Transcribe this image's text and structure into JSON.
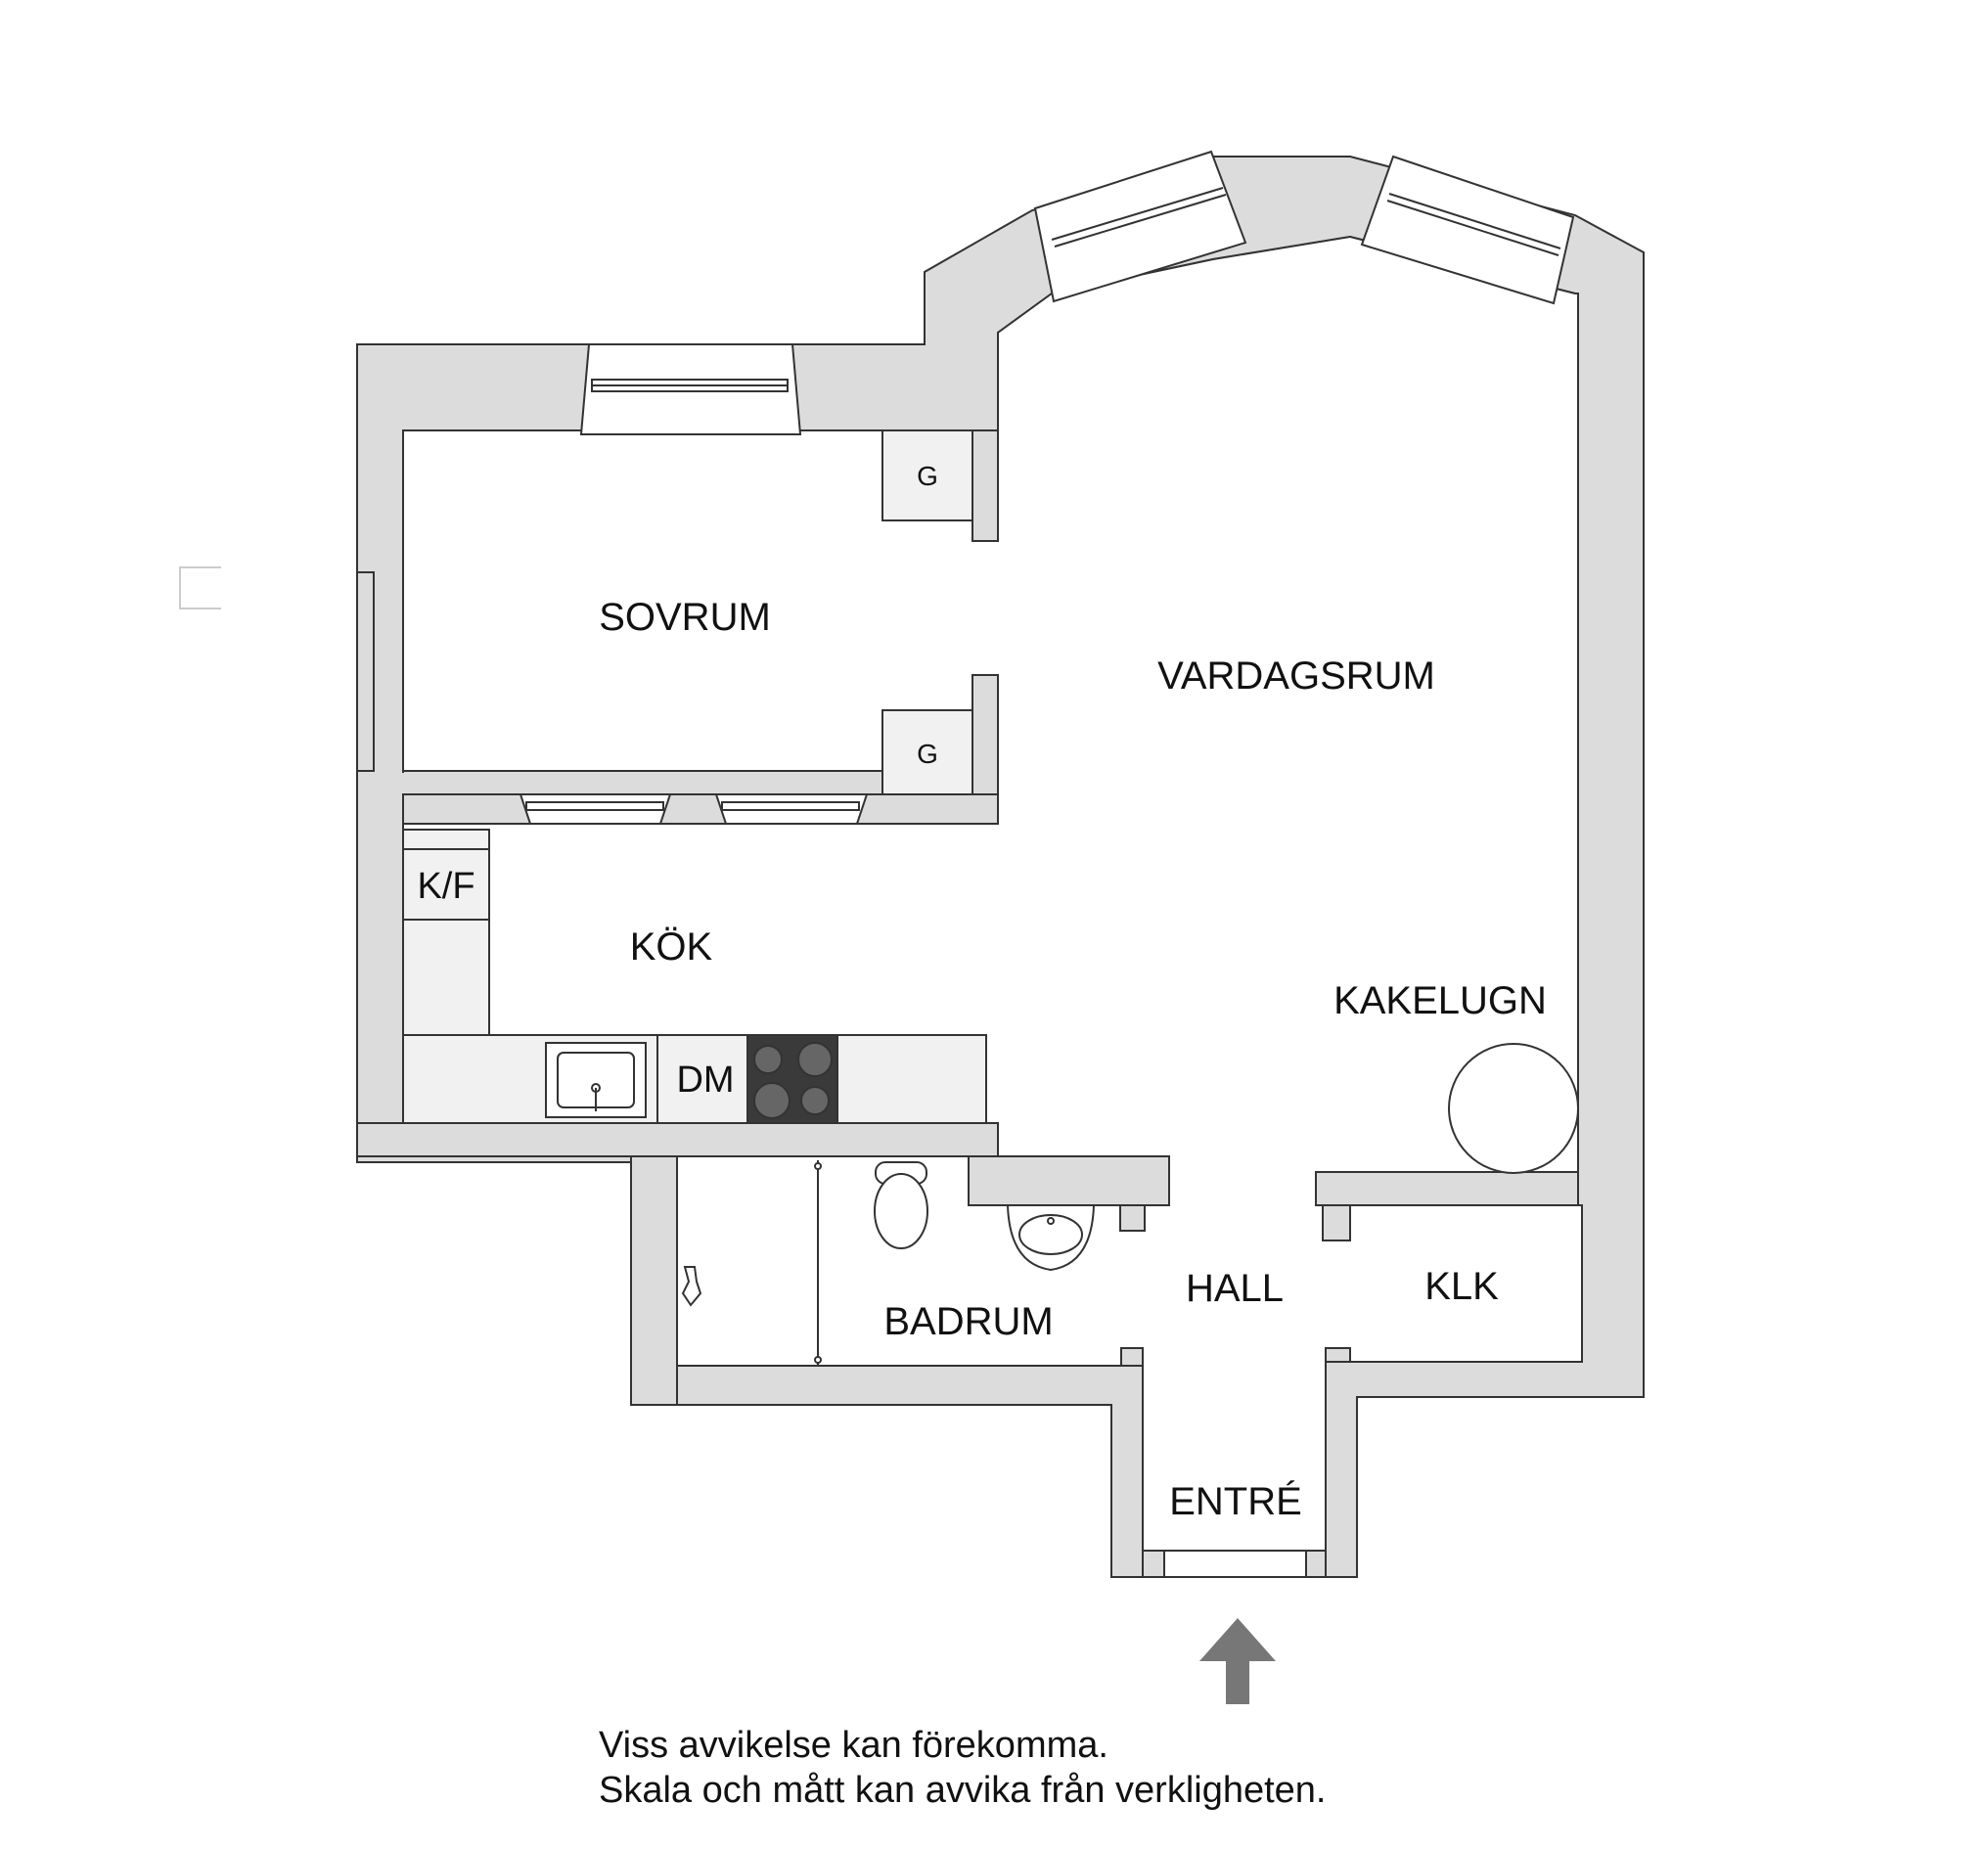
{
  "rooms": {
    "sovrum": "SOVRUM",
    "vardagsrum": "VARDAGSRUM",
    "kok": "KÖK",
    "kakelugn": "KAKELUGN",
    "hall": "HALL",
    "klk": "KLK",
    "badrum": "BADRUM",
    "entre": "ENTRÉ"
  },
  "fixtures": {
    "kf": "K/F",
    "dm": "DM",
    "g_top": "G",
    "g_bottom": "G"
  },
  "notes": {
    "line1": "Viss avvikelse kan förekomma.",
    "line2": "Skala och mått kan avvika från verkligheten."
  },
  "colors": {
    "wall": "#dcdcdc",
    "outline": "#333333",
    "floor": "#ffffff",
    "arrow": "#777777",
    "stove": "#3a3a3a"
  }
}
